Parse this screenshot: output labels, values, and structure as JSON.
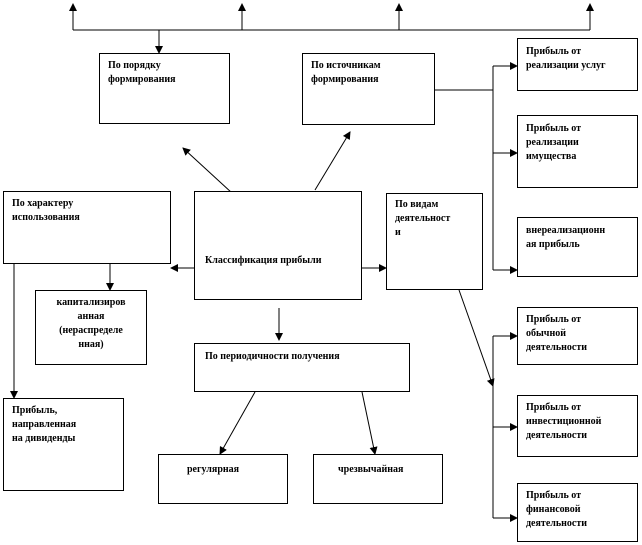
{
  "diagram": {
    "central": "Классификация прибыли",
    "by_order": "По порядку\nформирования",
    "by_sources": "По источникам\nформирования",
    "by_usage": "По характеру\nиспользования",
    "by_activity": "По видам\nдеятельност\nи",
    "by_periodicity": "По периодичности получения",
    "capitalized": "капитализиров\nанная\n(нераспределе\nнная)",
    "dividends": "Прибыль,\nнаправленная\nна дивиденды",
    "regular": "регулярная",
    "extraordinary": "чрезвычайная",
    "services": "Прибыль от\nреализации услуг",
    "property": "Прибыль от\nреализации\nимущества",
    "non_operating": "внереализационн\nая прибыль",
    "ordinary": "Прибыль от\nобычной\nдеятельности",
    "investment": "Прибыль от\nинвестиционной\nдеятельности",
    "financial": "Прибыль от\nфинансовой\nдеятельности"
  }
}
